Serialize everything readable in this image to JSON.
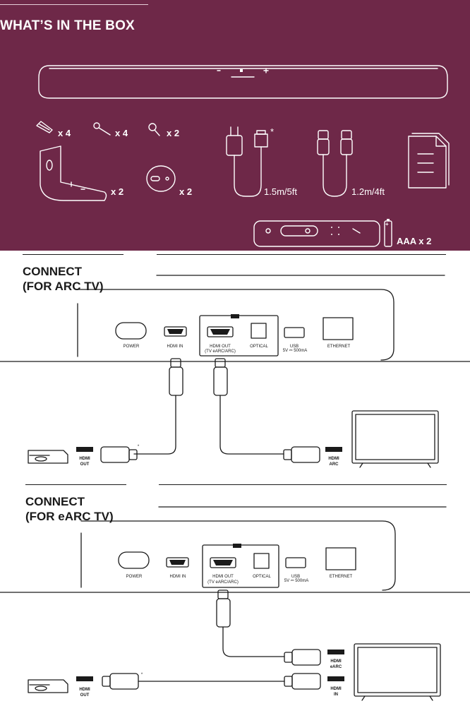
{
  "box": {
    "title": "WHAT’S IN THE BOX",
    "qty_screws_a": "x 4",
    "qty_screws_b": "x 4",
    "qty_screws_c": "x 2",
    "qty_brackets": "x 2",
    "qty_spacers": "x 2",
    "power_cable_length": "1.5m/5ft",
    "hdmi_cable_length": "1.2m/4ft",
    "power_cable_note": "*",
    "battery_label": "AAA x 2",
    "battery_plus": "+"
  },
  "arc": {
    "title_line1": "CONNECT",
    "title_line2": "(FOR ARC TV)",
    "ports": {
      "power": "POWER",
      "hdmi_in": "HDMI IN",
      "hdmi_out_1": "HDMI OUT",
      "hdmi_out_2": "(TV eARC/ARC)",
      "optical": "OPTICAL",
      "usb": "USB",
      "usb_spec": "5V ⎓ 500mA",
      "ethernet": "ETHERNET"
    },
    "device_port_1": "HDMI",
    "device_port_2": "OUT",
    "tv_port_1": "HDMI",
    "tv_port_2": "ARC",
    "cable_note": "*"
  },
  "earc": {
    "title_line1": "CONNECT",
    "title_line2": "(FOR eARC TV)",
    "ports": {
      "power": "POWER",
      "hdmi_in": "HDMI IN",
      "hdmi_out_1": "HDMI OUT",
      "hdmi_out_2": "(TV eARC/ARC)",
      "optical": "OPTICAL",
      "usb": "USB",
      "usb_spec": "5V ⎓ 500mA",
      "ethernet": "ETHERNET"
    },
    "device_port_1": "HDMI",
    "device_port_2": "OUT",
    "tv_earc_1": "HDMI",
    "tv_earc_2": "eARC",
    "tv_in_1": "HDMI",
    "tv_in_2": "IN",
    "cable_note": "*"
  }
}
